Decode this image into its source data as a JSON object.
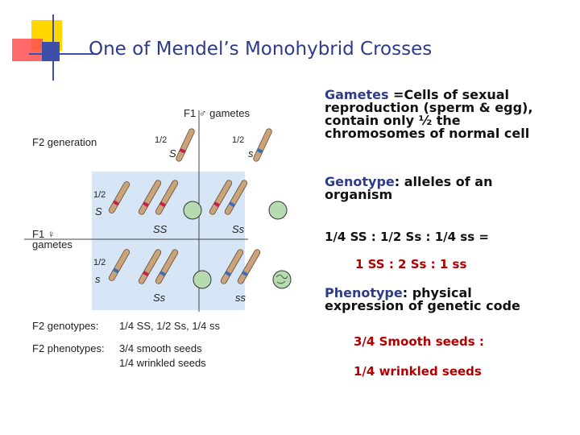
{
  "title": "One of Mendel’s Monohybrid Crosses",
  "diagram": {
    "f1_male_label": "F1 ♂ gametes",
    "f2_generation_label": "F2 generation",
    "f1_female_label_1": "F1 ♀",
    "f1_female_label_2": "gametes",
    "male_gametes": [
      {
        "fraction": "1/2",
        "allele": "S"
      },
      {
        "fraction": "1/2",
        "allele": "s"
      }
    ],
    "female_gametes": [
      {
        "fraction": "1/2",
        "allele": "S"
      },
      {
        "fraction": "1/2",
        "allele": "s"
      }
    ],
    "cells": [
      "SS",
      "Ss",
      "Ss",
      "ss"
    ],
    "genotypes_label": "F2 genotypes:",
    "genotypes_value": "1/4 SS, 1/2 Ss, 1/4 ss",
    "phenotypes_label": "F2 phenotypes:",
    "phenotypes_line1": "3/4 smooth seeds",
    "phenotypes_line2": "1/4 wrinkled seeds"
  },
  "gametes": {
    "term": "Gametes",
    "line1_rest": " =Cells of sexual",
    "line2": "reproduction (sperm & egg),",
    "line3": "contain only ½ the",
    "line4": "chromosomes of normal cell"
  },
  "genotype": {
    "term": "Genotype",
    "line1_rest": ": alleles of an",
    "line2": "organism"
  },
  "ratio": {
    "line1": "1/4 SS : 1/2 Ss : 1/4 ss =",
    "line2": "1 SS : 2 Ss : 1 ss"
  },
  "phenotype": {
    "term": "Phenotype",
    "line1_rest": ": physical",
    "line2": "expression of genetic code"
  },
  "phenotype_ratio": {
    "line1": "3/4 Smooth seeds :",
    "line2": "1/4 wrinkled seeds"
  },
  "colors": {
    "title": "#2e3a8c",
    "accent_red": "#b20000",
    "punnett_fill": "#d6e6f7"
  }
}
